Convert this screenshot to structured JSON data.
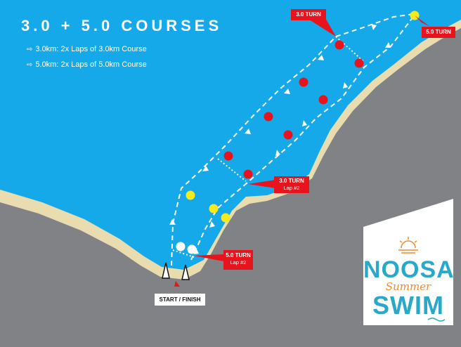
{
  "title": "3.0 + 5.0 COURSES",
  "legend": [
    {
      "arrow": "⇨",
      "text": "3.0km: 2x Laps of 3.0km Course"
    },
    {
      "arrow": "⇨",
      "text": "5.0km: 2x Laps of 5.0km Course"
    }
  ],
  "callouts": {
    "turn_3_0": {
      "title": "3.0 TURN"
    },
    "turn_5_0": {
      "title": "5.0 TURN"
    },
    "turn_3_0_lap2": {
      "title": "3.0 TURN",
      "sub": "Lap #2"
    },
    "turn_5_0_lap2": {
      "title": "5.0 TURN",
      "sub": "Lap #2"
    }
  },
  "start_finish": "START / FINISH",
  "logo": {
    "top": "NOOSA",
    "middle": "Summer",
    "bottom": "SWIM"
  },
  "colors": {
    "water": "#16a9e9",
    "land": "#808285",
    "sand": "#e9ddb0",
    "buoy_red": "#e8141d",
    "buoy_yellow": "#f5ea1c",
    "buoy_white": "#ffffff",
    "callout": "#e8141d",
    "logo_blue": "#2aa8c9",
    "logo_orange": "#f08a2c"
  }
}
